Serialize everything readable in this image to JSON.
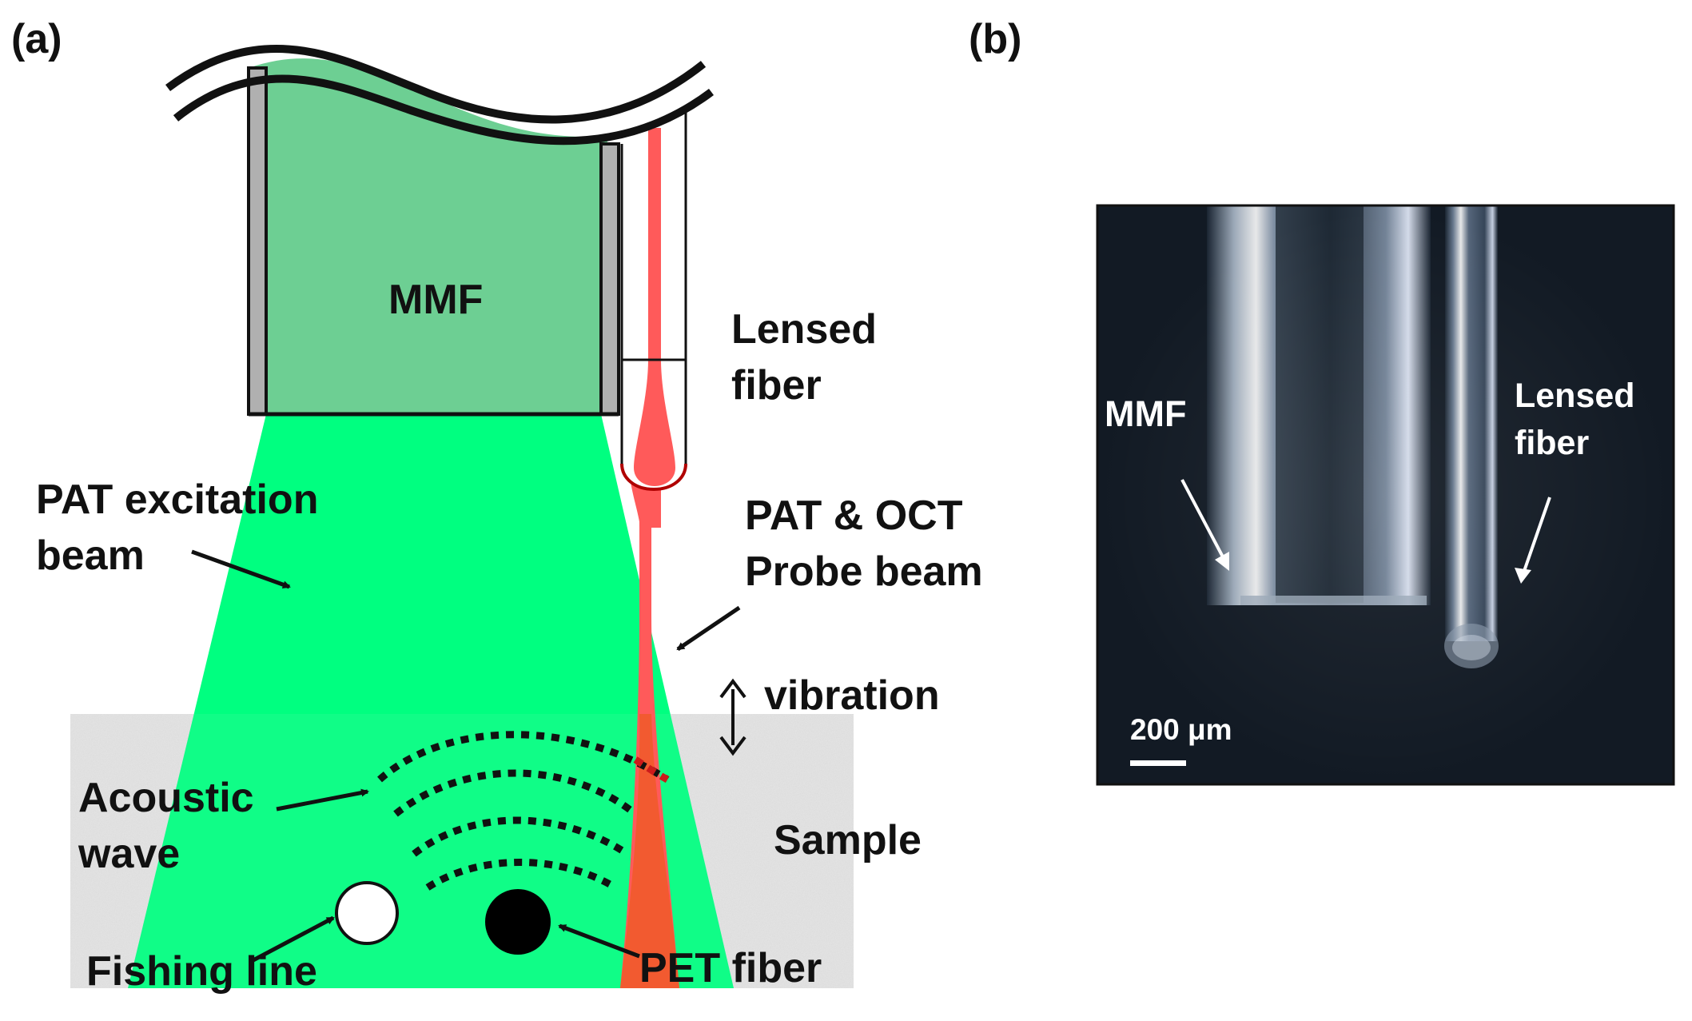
{
  "panel_a": {
    "tag": "(a)",
    "mmf": "MMF",
    "lensed_fiber": [
      "Lensed",
      "fiber"
    ],
    "pat_excitation": [
      "PAT excitation",
      "beam"
    ],
    "probe_beam": [
      "PAT & OCT",
      "Probe beam"
    ],
    "vibration": "vibration",
    "acoustic_wave": [
      "Acoustic",
      "wave"
    ],
    "sample": "Sample",
    "fishing_line": "Fishing line",
    "pet_fiber": "PET fiber"
  },
  "panel_b": {
    "tag": "(b)",
    "mmf": "MMF",
    "lensed_fiber": [
      "Lensed",
      "fiber"
    ],
    "scale_bar": "200 μm"
  },
  "colors": {
    "mmf_fill": "#6dcf93",
    "excitation_green": "#00ff80",
    "probe_red": "#ff5a5a",
    "overlap_orange": "#f25a30",
    "sample_gray": "#e6e6e6",
    "photo_bg": "#121a24"
  }
}
